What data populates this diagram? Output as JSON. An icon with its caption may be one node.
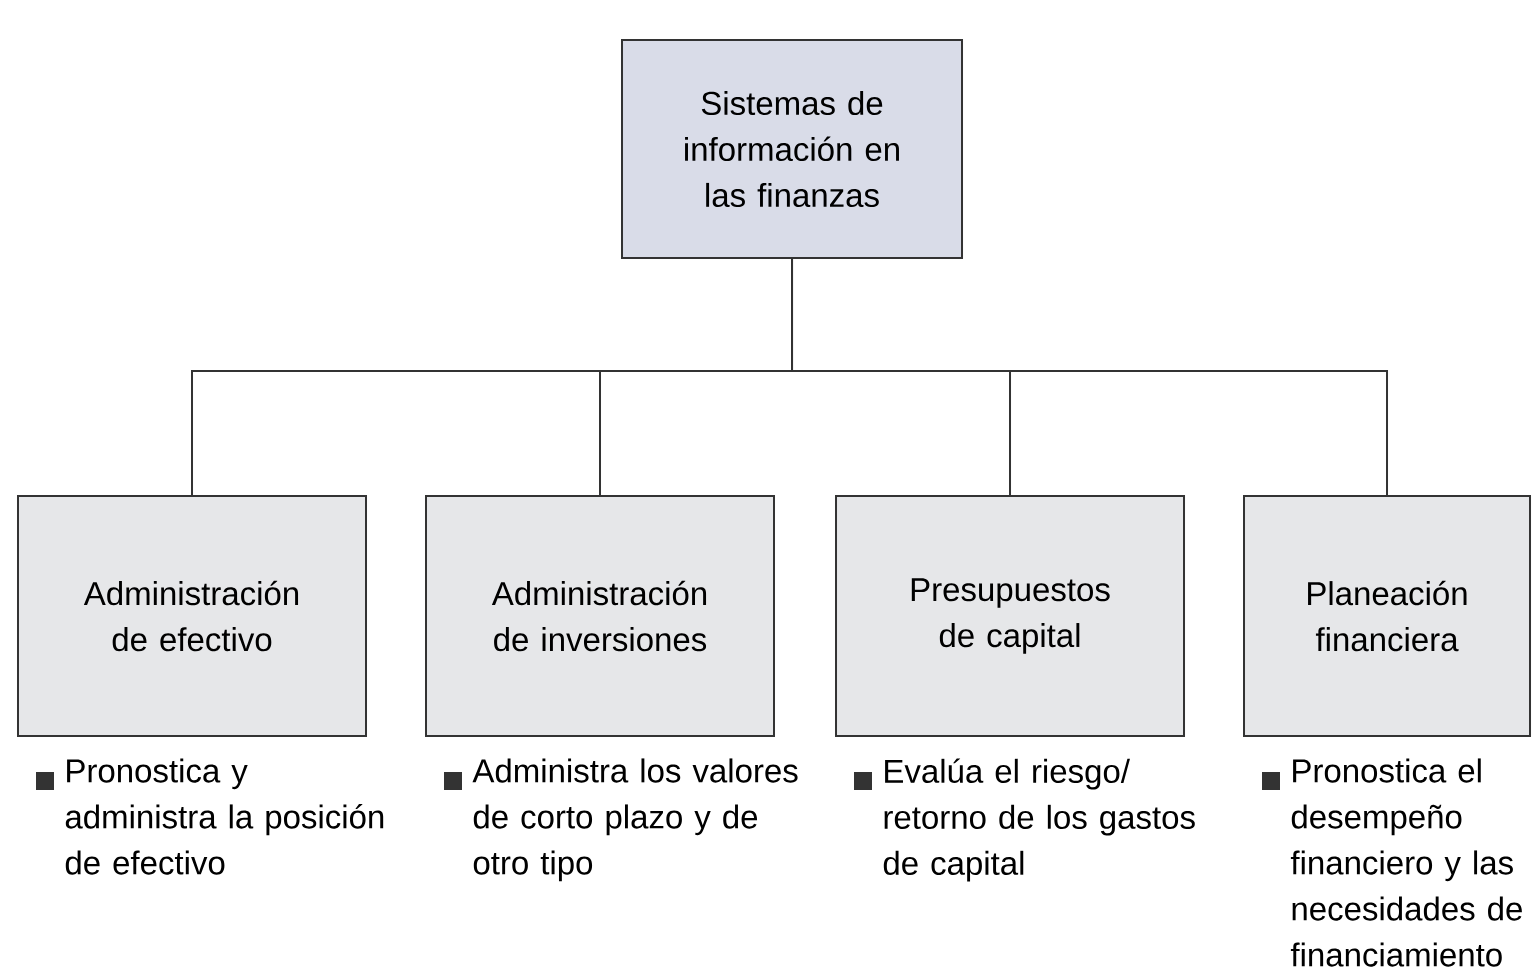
{
  "diagram": {
    "nodes": [
      {
        "text": [
          "Sistemas de información en las finanzas"
        ]
      },
      {
        "text": [
          "Administración de efectivo"
        ],
        "beside": [
          "Pronostica y administra la posición de efectivo"
        ]
      },
      {
        "text": [
          "Administración de inversiones"
        ],
        "beside": [
          "Administra los valores de corto plazo y de otro tipo"
        ]
      },
      {
        "text": [
          "Presupuestos de capital"
        ],
        "beside": [
          "Evalúa el riesgo/ retorno de los gastos de capital"
        ]
      },
      {
        "text": [
          "Planeación financiera"
        ],
        "beside": [
          "Pronostica el desempeño financiero y las necesidades de financiamiento"
        ]
      }
    ],
    "edges": [
      {
        "from": 0,
        "to": 1,
        "arrow": "none"
      },
      {
        "from": 0,
        "to": 2,
        "arrow": "none"
      },
      {
        "from": 0,
        "to": 3,
        "arrow": "none"
      },
      {
        "from": 0,
        "to": 4,
        "arrow": "none"
      }
    ]
  }
}
